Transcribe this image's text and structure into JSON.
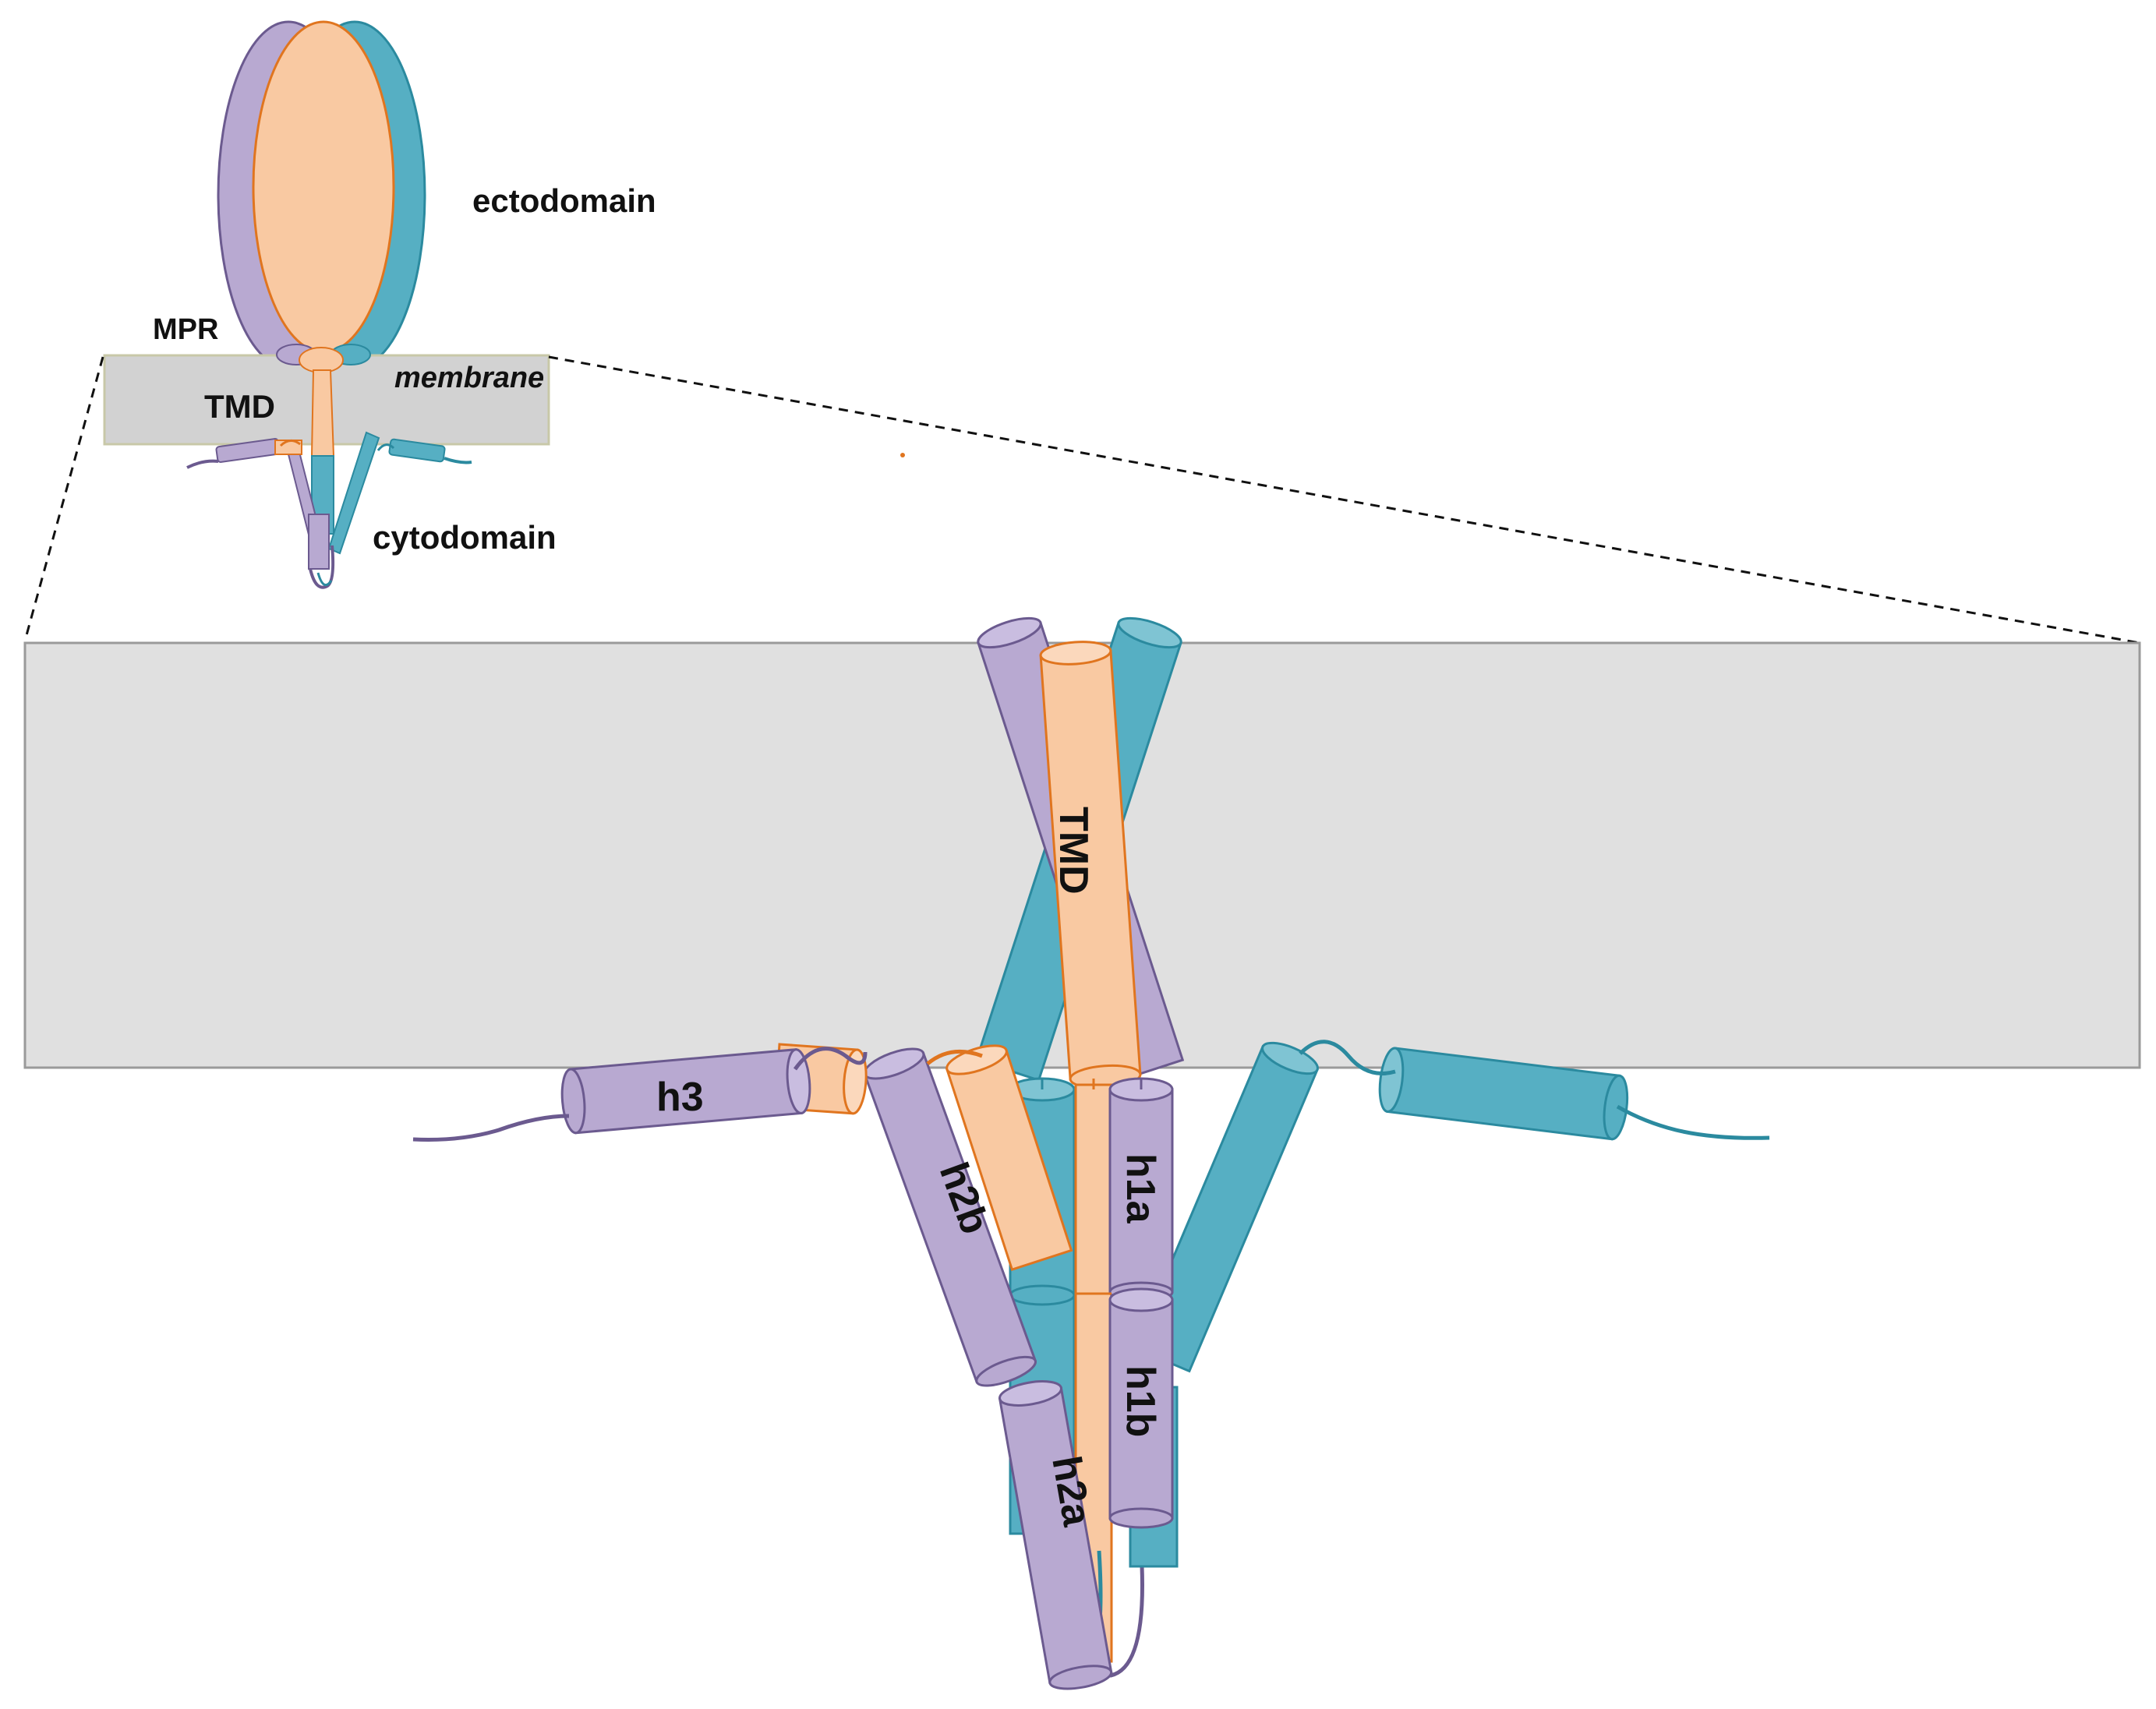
{
  "labels": {
    "ectodomain": "ectodomain",
    "mpr": "MPR",
    "tmd_small": "TMD",
    "membrane": "membrane",
    "cytodomain": "cytodomain",
    "tmd_large": "TMD",
    "h3": "h3",
    "h2b": "h2b",
    "h1a": "h1a",
    "h1b": "h1b",
    "h2a": "h2a"
  },
  "colors": {
    "purple": "#b8a9d1",
    "purple_stroke": "#6b5a8f",
    "orange": "#f9c9a2",
    "orange_stroke": "#e0751f",
    "teal": "#56afc3",
    "teal_stroke": "#2b8a9f",
    "membrane_fill": "#e0e0e0",
    "membrane_stroke": "#9a9a9a",
    "small_membrane_fill": "#d2d2d2",
    "small_membrane_stroke": "#c8c8a8"
  }
}
